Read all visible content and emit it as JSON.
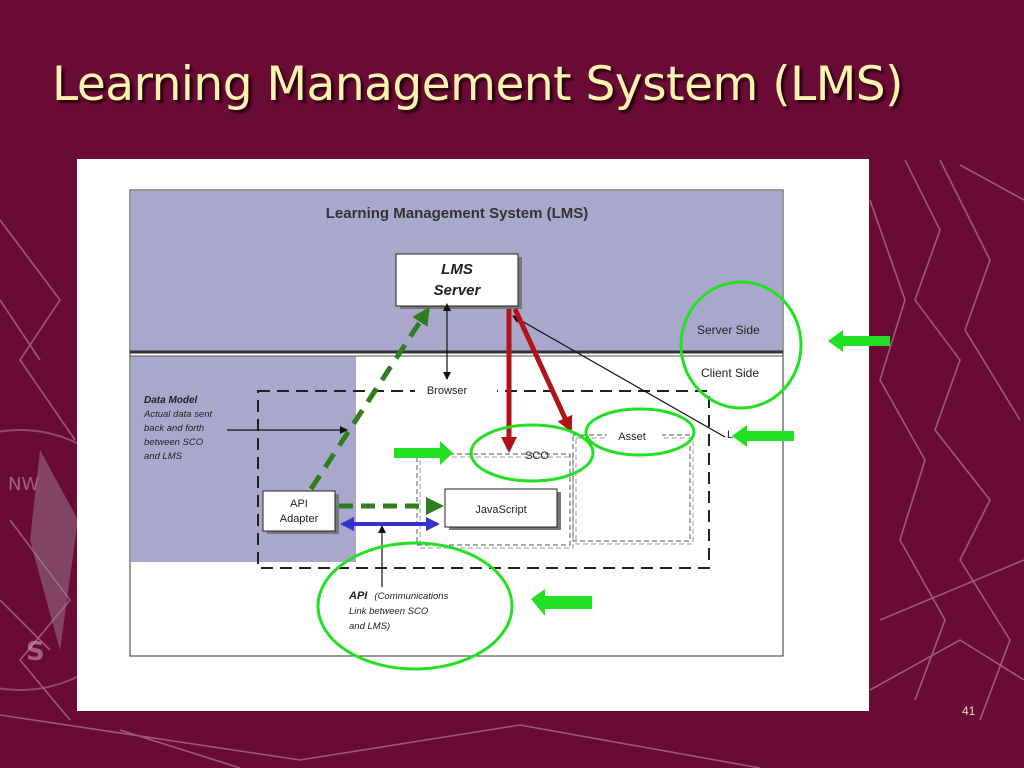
{
  "slide": {
    "title": "Learning Management System (LMS)",
    "page_number": "41"
  },
  "diagram": {
    "header": "Learning Management System (LMS)",
    "lms_server": {
      "line1": "LMS",
      "line2": "Server"
    },
    "server_side_label": "Server Side",
    "client_side_label": "Client Side",
    "browser_label": "Browser",
    "sco_label": "SCO",
    "asset_label": "Asset",
    "launch_label_partial": "L",
    "javascript_label": "JavaScript",
    "api_adapter": {
      "line1": "API",
      "line2": "Adapter"
    },
    "data_model": {
      "title": "Data Model",
      "lines": [
        "Actual data sent",
        "back and forth",
        "between SCO",
        "and LMS"
      ]
    },
    "api_note": {
      "title": "API",
      "lines": [
        "(Communications",
        "Link between SCO",
        "and LMS)"
      ]
    }
  },
  "colors": {
    "background": "#6a0b35",
    "title": "#fdf3b0",
    "server_region": "#a9a8cc",
    "highlight": "#22e022",
    "red_arrow": "#b0141a",
    "green_dashed": "#2f7d1f",
    "blue_arrow": "#3333cc"
  }
}
